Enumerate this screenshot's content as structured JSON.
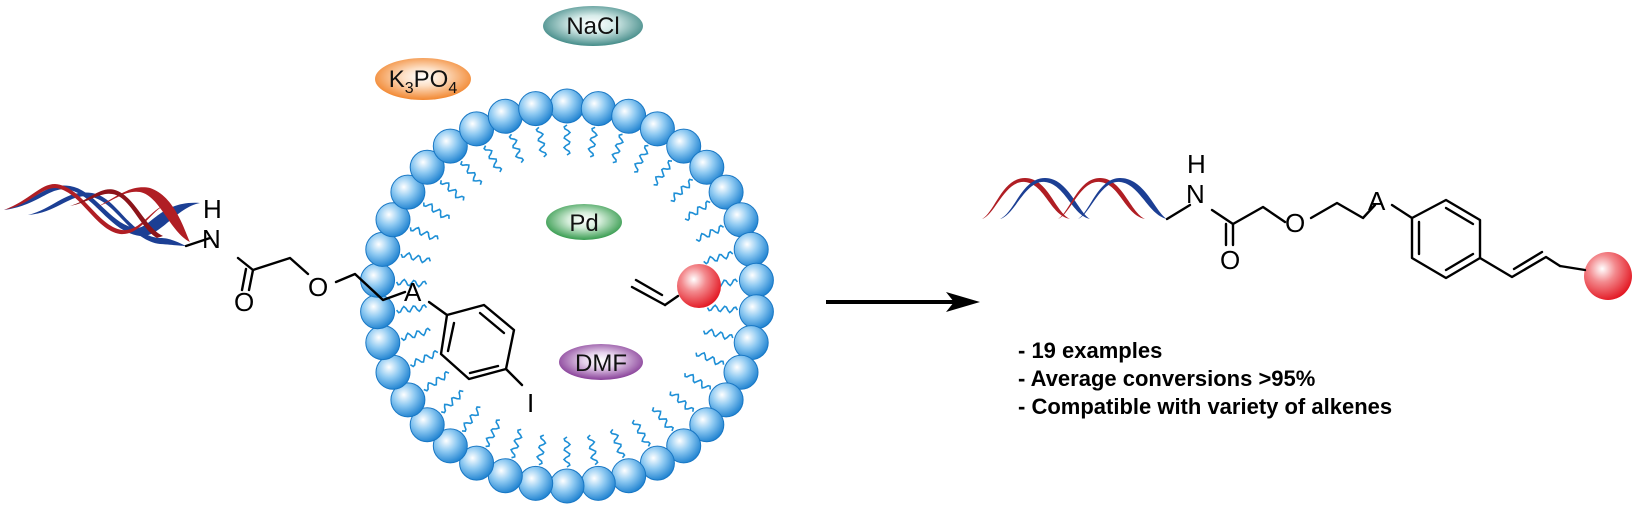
{
  "figure": {
    "type": "reaction-scheme",
    "description": "DNA-linked aryl iodide inside a surfactant micelle undergoing Heck coupling with an alkene"
  },
  "reagents": [
    {
      "id": "nacl",
      "label": "NaCl",
      "color": "#2e7d7a"
    },
    {
      "id": "k3po4",
      "label_main": "K",
      "sub1": "3",
      "label_mid": "PO",
      "sub2": "4",
      "label": "K3PO4",
      "color": "#f07a1a"
    },
    {
      "id": "pd",
      "label": "Pd",
      "color": "#1f8f3a"
    },
    {
      "id": "dmf",
      "label": "DMF",
      "color": "#7a2a8c"
    }
  ],
  "starting_material": {
    "atoms": {
      "nh_h": "H",
      "nh_n": "N",
      "carbonyl_o": "O",
      "ether_o": "O",
      "linker": "A",
      "halide": "I"
    },
    "dna_colors": {
      "strand1": "#b01e24",
      "strand2": "#1c3f94"
    }
  },
  "alkene_reagent": {
    "sphere_color": "#e8202a"
  },
  "micelle": {
    "bead_color": "#2a8fd8",
    "tail_color": "#1e8fd6",
    "bead_count": 38
  },
  "product": {
    "atoms": {
      "nh_h": "H",
      "nh_n": "N",
      "carbonyl_o": "O",
      "ether_o": "O",
      "linker": "A"
    }
  },
  "arrow": {
    "direction": "right",
    "color": "#000000"
  },
  "bullets": [
    "- 19 examples",
    "- Average conversions >95%",
    "- Compatible with variety of alkenes"
  ]
}
